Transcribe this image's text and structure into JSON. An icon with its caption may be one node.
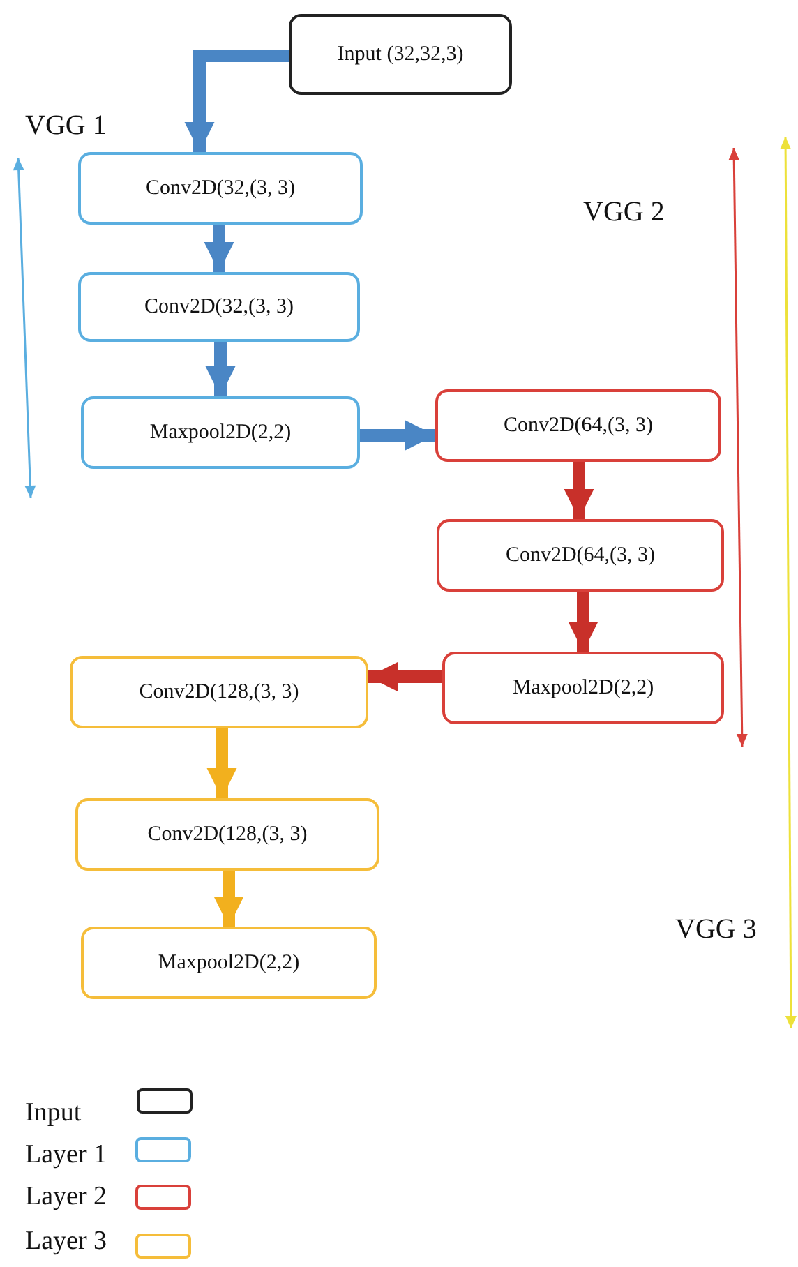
{
  "diagram": {
    "nodes": [
      {
        "text": [
          "Input (32,32,3)"
        ]
      },
      {
        "text": [
          "Conv2D(32,(3, 3)"
        ]
      },
      {
        "text": [
          "Conv2D(32,(3, 3)"
        ]
      },
      {
        "text": [
          "Maxpool2D(2,2)"
        ]
      },
      {
        "text": [
          "Conv2D(64,(3, 3)"
        ]
      },
      {
        "text": [
          "Conv2D(64,(3, 3)"
        ]
      },
      {
        "text": [
          "Maxpool2D(2,2)"
        ]
      },
      {
        "text": [
          "Conv2D(128,(3, 3)"
        ]
      },
      {
        "text": [
          "Conv2D(128,(3, 3)"
        ]
      },
      {
        "text": [
          "Maxpool2D(2,2)"
        ]
      }
    ],
    "edges": [
      {
        "from": 0,
        "to": 1,
        "arrow": "to"
      },
      {
        "from": 1,
        "to": 2,
        "arrow": "to"
      },
      {
        "from": 2,
        "to": 3,
        "arrow": "to"
      },
      {
        "from": 3,
        "to": 4,
        "arrow": "to"
      },
      {
        "from": 4,
        "to": 5,
        "arrow": "to",
        "color": "#c8302a"
      },
      {
        "from": 5,
        "to": 6,
        "arrow": "to",
        "color": "#c8302a"
      },
      {
        "from": 6,
        "to": 7,
        "arrow": "to",
        "color": "#c8302a"
      },
      {
        "from": 7,
        "to": 8,
        "arrow": "to",
        "color": "#f2b01e"
      },
      {
        "from": 8,
        "to": 9,
        "arrow": "to",
        "color": "#f2b01e"
      }
    ],
    "labels": [
      "VGG 1",
      "VGG 2",
      "VGG 3"
    ],
    "legend": [
      {
        "text": "Input",
        "color": "#222222"
      },
      {
        "text": "Layer 1",
        "color": "#5aaee0"
      },
      {
        "text": "Layer 2",
        "color": "#d9403a"
      },
      {
        "text": "Layer 3",
        "color": "#f5bd3a"
      }
    ]
  }
}
